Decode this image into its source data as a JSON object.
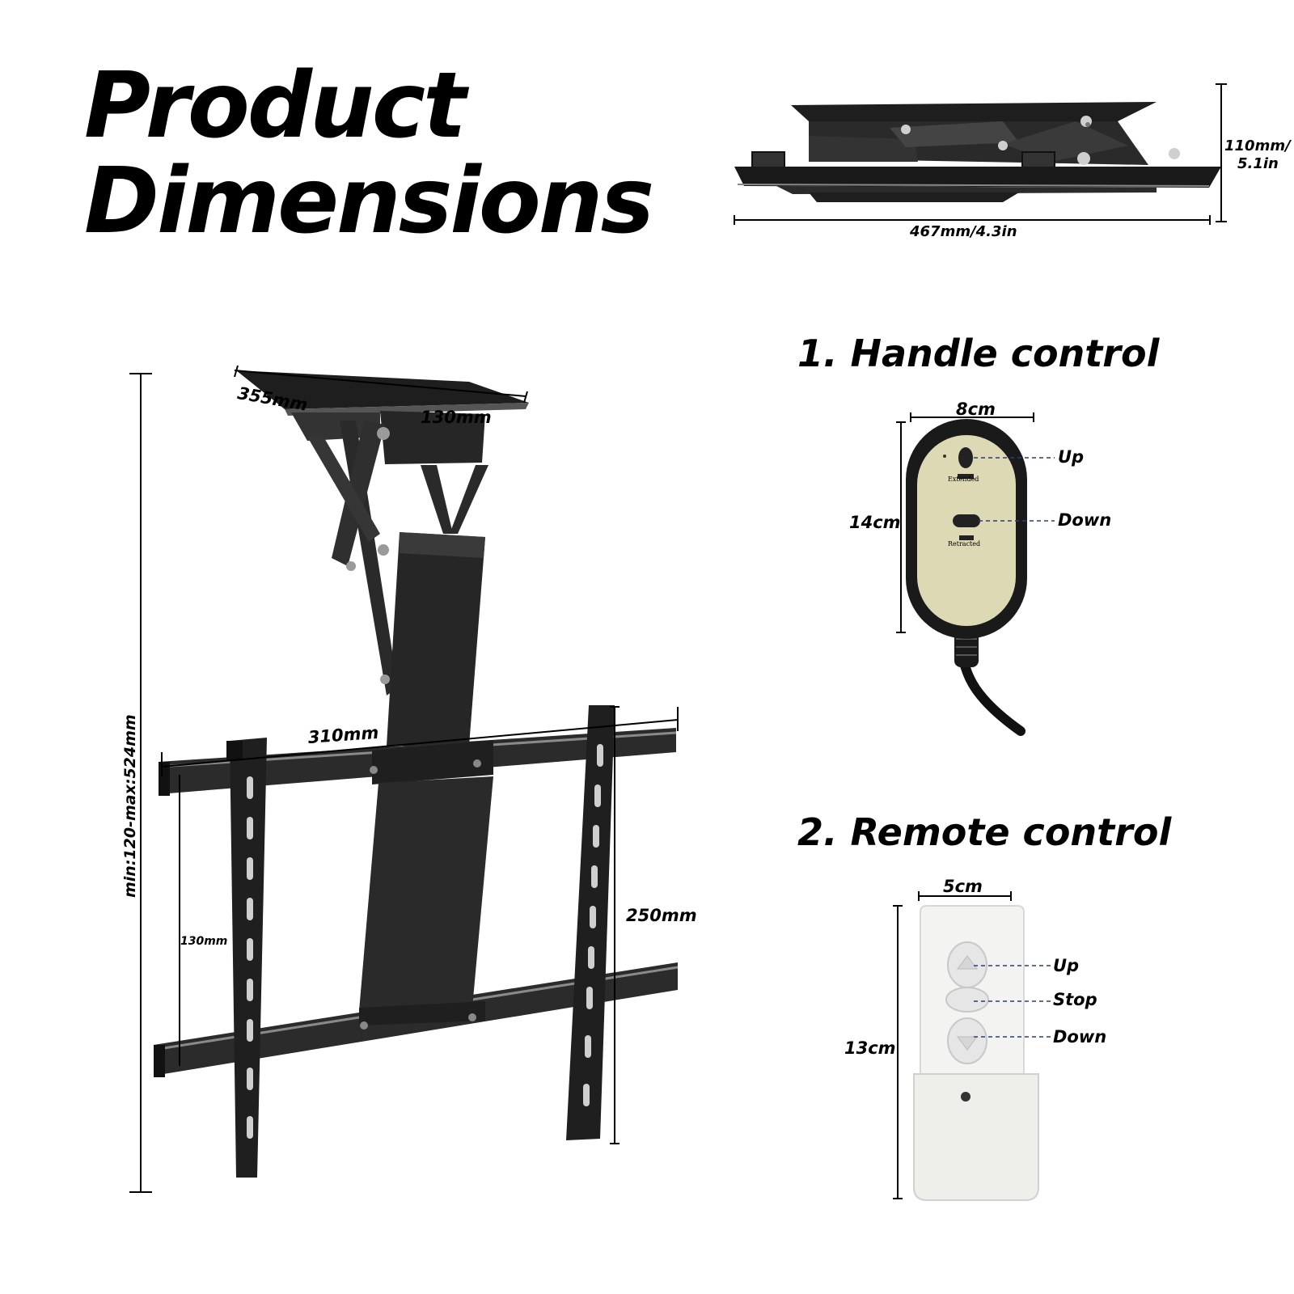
{
  "title": {
    "line1": "Product",
    "line2": "Dimensions"
  },
  "folded_view": {
    "height_label": "110mm/\n5.1in",
    "height_label_line1": "110mm/",
    "height_label_line2": "5.1in",
    "width_label": "467mm/4.3in"
  },
  "mount_view": {
    "plate_length_label": "355mm",
    "plate_width_label": "130mm",
    "height_range_label": "min:120-max:524mm",
    "rail_width_label": "310mm",
    "rail_spacing_label": "130mm",
    "bracket_length_label": "250mm"
  },
  "handle_control": {
    "heading": "1. Handle control",
    "width_label": "8cm",
    "height_label": "14cm",
    "up_label": "Up",
    "down_label": "Down",
    "button_up_text": "Extended",
    "button_down_text": "Retracted"
  },
  "remote_control": {
    "heading": "2. Remote control",
    "width_label": "5cm",
    "height_label": "13cm",
    "up_label": "Up",
    "stop_label": "Stop",
    "down_label": "Down"
  },
  "colors": {
    "metal": "#1e1e1e",
    "handle_face": "#dcd9b4",
    "remote_body": "#f3f3f1"
  }
}
